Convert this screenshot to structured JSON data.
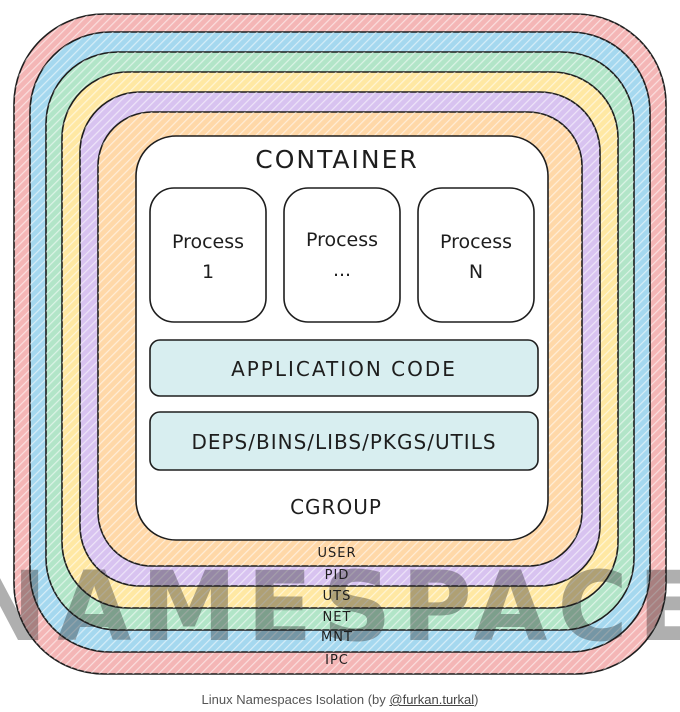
{
  "diagram": {
    "title": "CONTAINER",
    "processes": [
      {
        "label": "Process",
        "sub": "1"
      },
      {
        "label": "Process",
        "sub": "..."
      },
      {
        "label": "Process",
        "sub": "N"
      }
    ],
    "app_code": "APPLICATION CODE",
    "deps": "DEPS/BINS/LIBS/PKGS/UTILS",
    "cgroup": "CGROUP",
    "namespaces": [
      "USER",
      "PID",
      "UTS",
      "NET",
      "MNT",
      "IPC"
    ],
    "watermark": "NAMESPACE"
  },
  "colors": {
    "title": "#c0392b",
    "ipc": "#f4b6b6",
    "mnt": "#a5d8ef",
    "net": "#b2e5c8",
    "uts": "#ffe8a3",
    "pid": "#d8c3f0",
    "user": "#ffd8a8",
    "cgroup": "#ffffff",
    "panel": "#d8eef0",
    "stroke": "#1e1e1e"
  },
  "caption": {
    "text": "Linux Namespaces Isolation (by ",
    "handle": "@furkan.turkal",
    "suffix": ")"
  }
}
